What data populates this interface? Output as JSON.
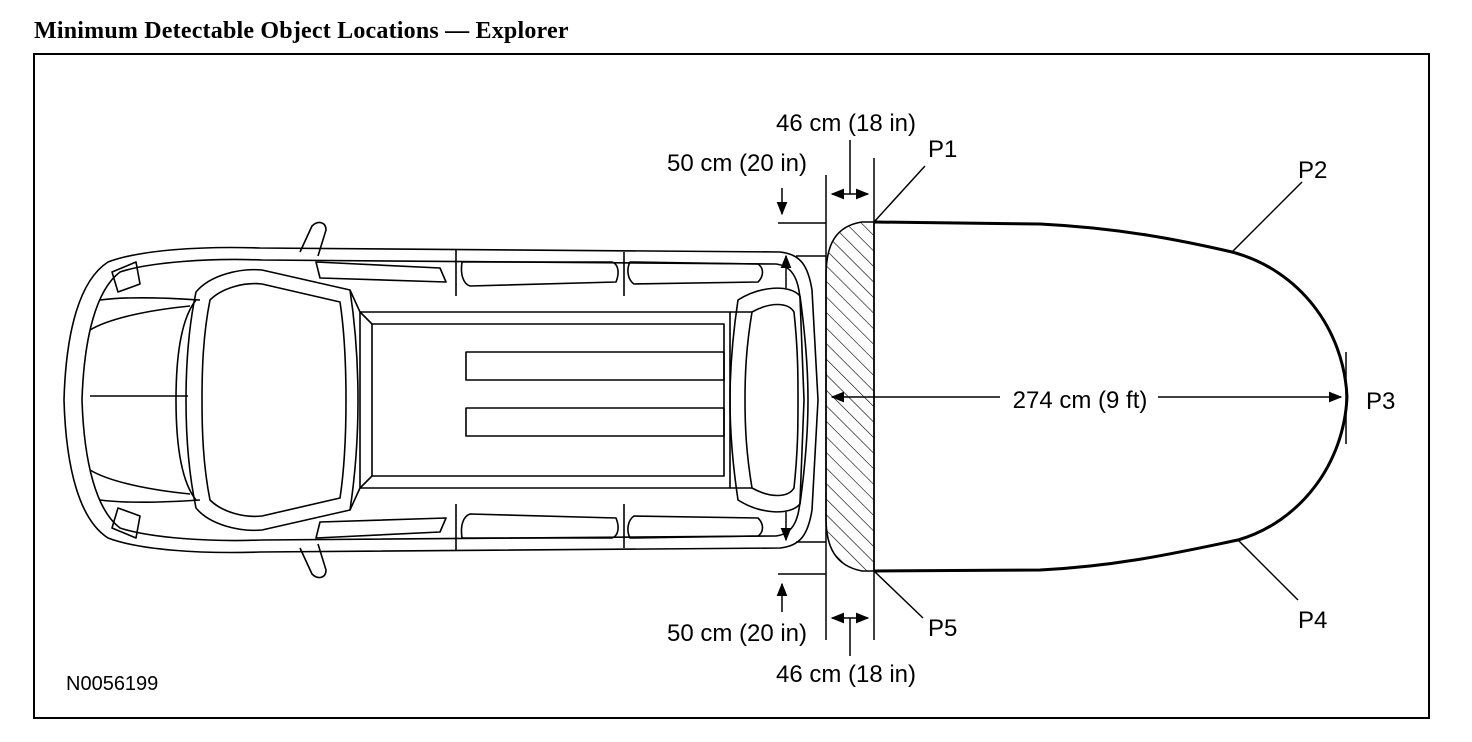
{
  "page": {
    "title": "Minimum Detectable Object Locations — Explorer"
  },
  "diagram": {
    "figure_id": "N0056199",
    "dims": {
      "top_width": "46 cm (18 in)",
      "top_offset": "50 cm (20 in)",
      "range": "274 cm (9 ft)",
      "bottom_offset": "50 cm (20 in)",
      "bottom_width": "46 cm (18 in)"
    },
    "points": {
      "p1": "P1",
      "p2": "P2",
      "p3": "P3",
      "p4": "P4",
      "p5": "P5"
    },
    "colors": {
      "line": "#000000",
      "background": "#ffffff"
    }
  }
}
